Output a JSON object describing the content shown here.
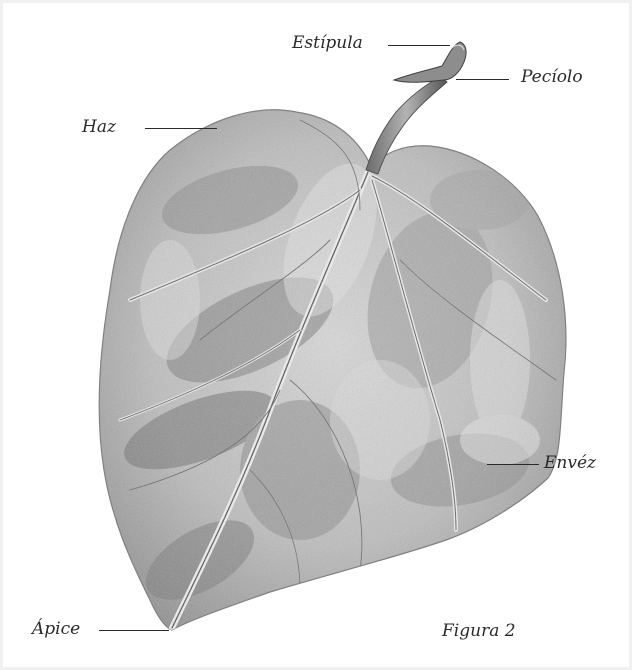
{
  "figure": {
    "caption": "Figura 2",
    "labels": {
      "estipula": "Estípula",
      "peciolo": "Pecíolo",
      "haz": "Haz",
      "enves": "Envéz",
      "apice": "Ápice"
    }
  }
}
